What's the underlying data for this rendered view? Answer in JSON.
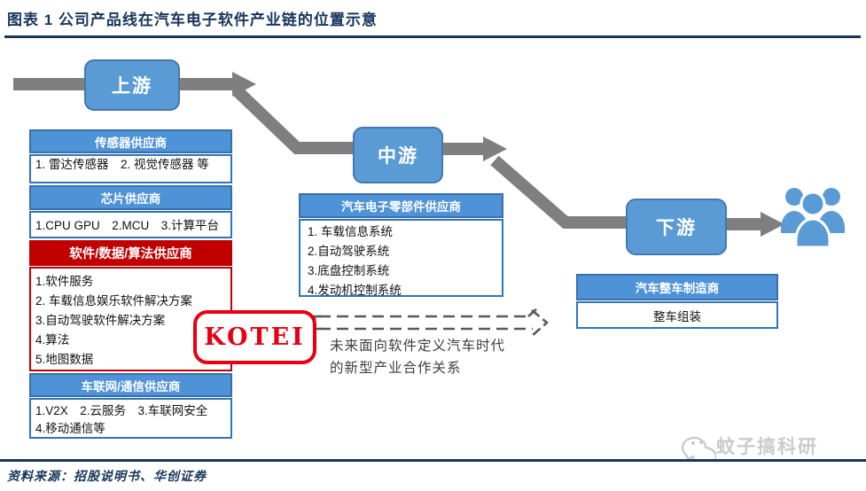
{
  "header": {
    "title": "图表 1  公司产品线在汽车电子软件产业链的位置示意"
  },
  "flow": {
    "upstream_label": "上游",
    "midstream_label": "中游",
    "downstream_label": "下游"
  },
  "left_column": {
    "sensor": {
      "header": "传感器供应商",
      "body": "1. 雷达传感器　2. 视觉传感器 等"
    },
    "chip": {
      "header": "芯片供应商",
      "body": "1.CPU GPU　2.MCU　3.计算平台"
    },
    "software": {
      "header": "软件/数据/算法供应商",
      "items": [
        "1.软件服务",
        "2. 车载信息娱乐软件解决方案",
        "3.自动驾驶软件解决方案",
        "4.算法",
        "5.地图数据"
      ]
    },
    "telecom": {
      "header": "车联网/通信供应商",
      "body": "1.V2X　2.云服务　3.车联网安全　4.移动通信等"
    }
  },
  "midstream_box": {
    "header": "汽车电子零部件供应商",
    "items": [
      "1. 车载信息系统",
      "2.自动驾驶系统",
      "3.底盘控制系统",
      "4.发动机控制系统"
    ]
  },
  "downstream_box": {
    "header": "汽车整车制造商",
    "body": "整车组装"
  },
  "logo": {
    "text": "KOTEI"
  },
  "annotation": {
    "line1": "未来面向软件定义汽车时代",
    "line2": "的新型产业合作关系"
  },
  "watermark": {
    "text": "蚊子搞科研"
  },
  "footer": {
    "source": "资料来源：招股说明书、华创证券"
  },
  "colors": {
    "accent_navy": "#17365D",
    "flow_box_blue": "#5B9BD5",
    "group_header_blue": "#4E92D8",
    "group_header_red": "#C00000",
    "logo_red": "#E60012",
    "arrow_gray": "#7F7F7F",
    "dashed_arrow_gray": "#595959",
    "watermark_gray": "#CBCBCB"
  }
}
